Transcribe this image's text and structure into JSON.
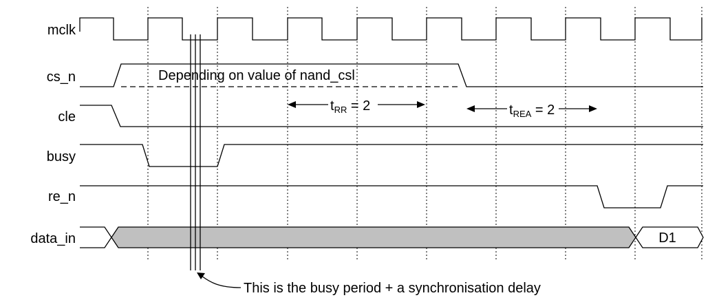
{
  "signals": [
    {
      "id": "mclk",
      "label": "mclk"
    },
    {
      "id": "cs_n",
      "label": "cs_n"
    },
    {
      "id": "cle",
      "label": "cle"
    },
    {
      "id": "busy",
      "label": "busy"
    },
    {
      "id": "re_n",
      "label": "re_n"
    },
    {
      "id": "data_in",
      "label": "data_in"
    }
  ],
  "annotations": {
    "cs_note": "Depending on value of nand_csl",
    "trr": {
      "t": "t",
      "sub": "RR",
      "eq": " = 2"
    },
    "trea": {
      "t": "t",
      "sub": "REA",
      "eq": " = 2"
    },
    "data_value": "D1",
    "sync_note": "This is the busy period + a synchronisation delay"
  }
}
